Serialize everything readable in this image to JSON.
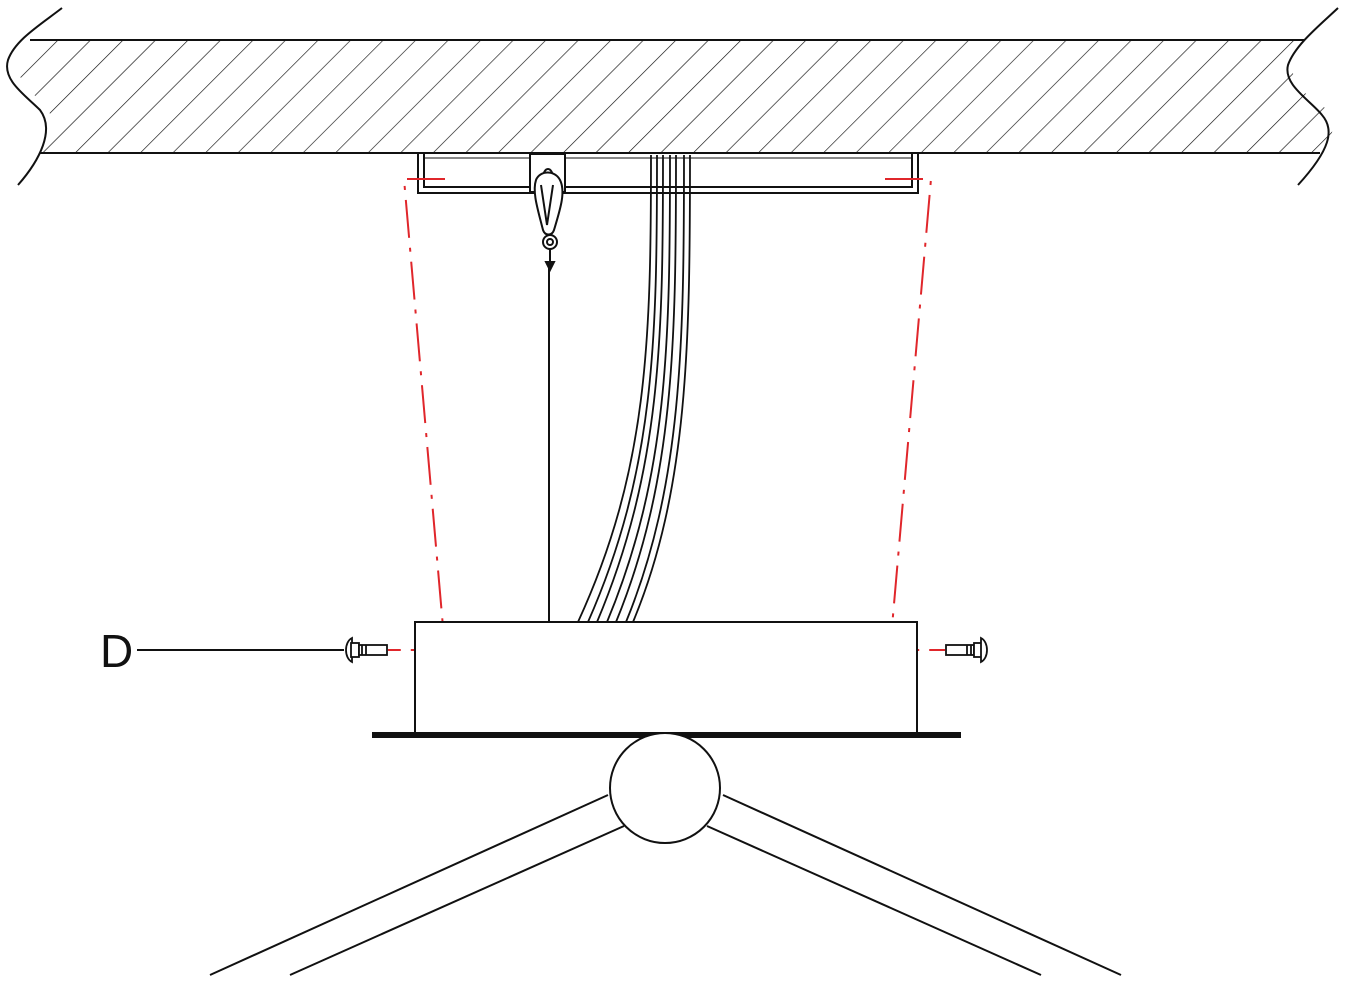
{
  "labels": {
    "screw_callout": "D"
  },
  "colors": {
    "line": "#111111",
    "alignment_guide": "#e0262b",
    "background": "#ffffff"
  },
  "icons": {
    "ceiling": "hatched-concrete-ceiling",
    "bracket": "mounting-bracket",
    "hook": "carabiner-hook",
    "cable": "suspension-wire",
    "cables": "power-cable-bundle",
    "housing": "fixture-housing",
    "screw": "screw-icon",
    "fixture": "ceiling-fan-light-fixture"
  }
}
